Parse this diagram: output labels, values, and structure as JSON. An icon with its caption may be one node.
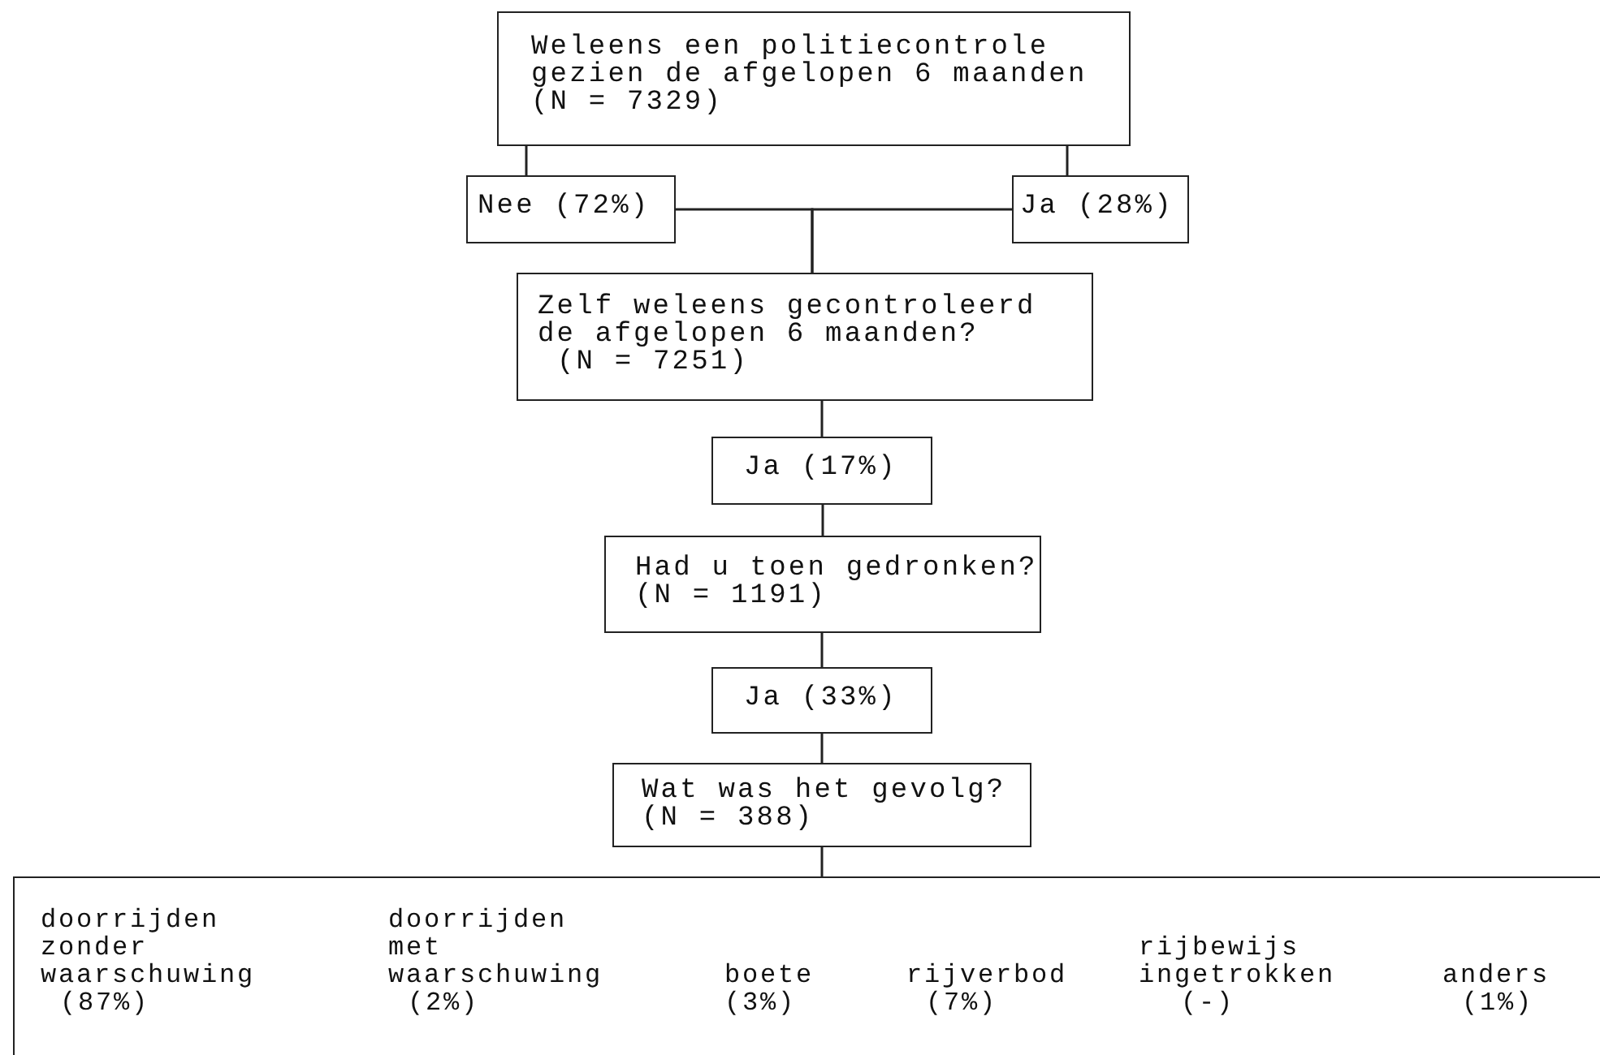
{
  "diagram": {
    "nodes": [
      {
        "text": [
          "Weleens een politiecontrole gezien de afgelopen 6 maanden",
          "(N = 7329)"
        ]
      },
      {
        "text": [
          "Nee (72%)"
        ]
      },
      {
        "text": [
          "Ja (28%)"
        ]
      },
      {
        "text": [
          "Zelf weleens gecontroleerd de afgelopen 6 maanden?",
          "(N = 7251)"
        ]
      },
      {
        "text": [
          "Ja (17%)"
        ]
      },
      {
        "text": [
          "Had u toen gedronken?",
          "(N = 1191)"
        ]
      },
      {
        "text": [
          "Ja (33%)"
        ]
      },
      {
        "text": [
          "Wat was het gevolg?",
          "(N = 388)"
        ]
      },
      {
        "text": [
          "doorrijden zonder waarschuwing",
          "(87%)",
          "doorrijden met waarschuwing",
          "(2%)",
          "boete",
          "(3%)",
          "rijverbod",
          "(7%)",
          "rijbewijs ingetrokken",
          "(-)",
          "anders",
          "(1%)"
        ]
      }
    ],
    "edges": [
      {
        "from": 0,
        "to": 1,
        "arrow": "none"
      },
      {
        "from": 0,
        "to": 2,
        "arrow": "none"
      },
      {
        "from": 1,
        "to": 3,
        "arrow": "none"
      },
      {
        "from": 2,
        "to": 3,
        "arrow": "none"
      },
      {
        "from": 3,
        "to": 4,
        "arrow": "none"
      },
      {
        "from": 4,
        "to": 5,
        "arrow": "none"
      },
      {
        "from": 5,
        "to": 6,
        "arrow": "none"
      },
      {
        "from": 6,
        "to": 7,
        "arrow": "none"
      },
      {
        "from": 7,
        "to": 8,
        "arrow": "none"
      }
    ]
  }
}
